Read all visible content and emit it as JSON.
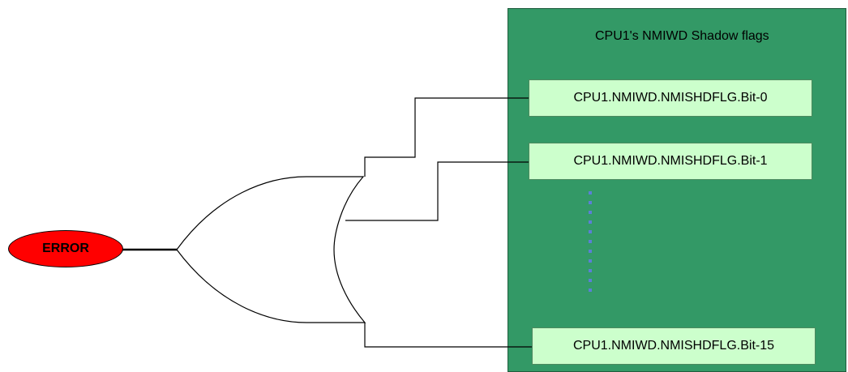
{
  "panel": {
    "title": "CPU1's NMIWD Shadow flags",
    "color": "#339966"
  },
  "flags": [
    {
      "label": "CPU1.NMIWD.NMISHDFLG.Bit-0"
    },
    {
      "label": "CPU1.NMIWD.NMISHDFLG.Bit-1"
    },
    {
      "label": "CPU1.NMIWD.NMISHDFLG.Bit-15"
    }
  ],
  "flag_fill_color": "#ccffcc",
  "error": {
    "label": "ERROR",
    "color": "#ff0000"
  },
  "ellipsis_dot_color": "#5b7fd6"
}
